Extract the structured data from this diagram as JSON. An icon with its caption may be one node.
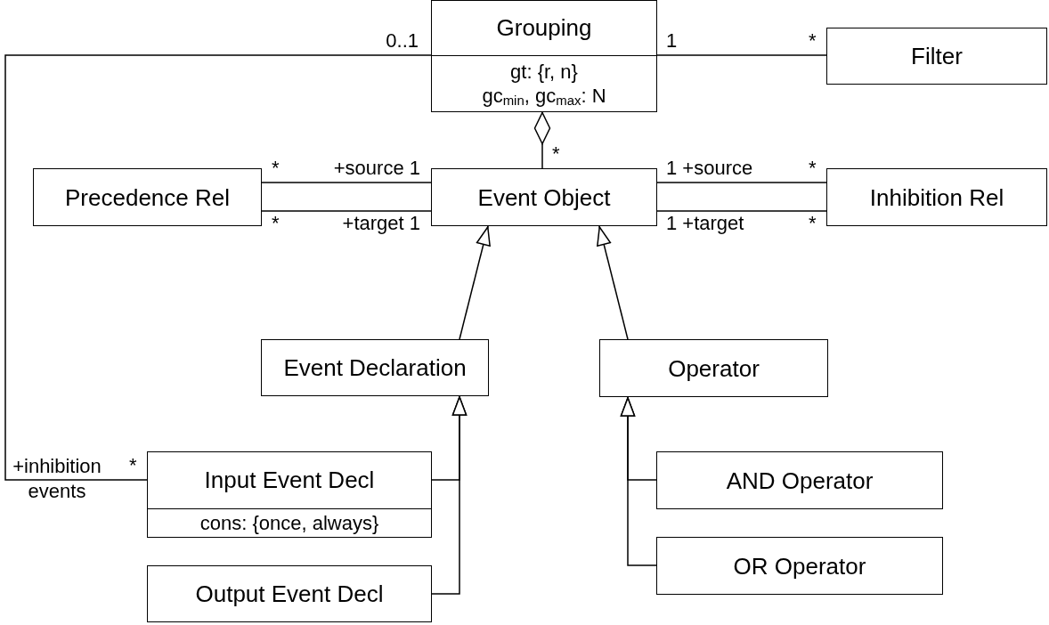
{
  "diagram": {
    "nodes": [
      {
        "text": [
          "Grouping",
          "gt: {r, n}",
          "gc$_{min}$, gc$_{max}$: N"
        ]
      },
      {
        "text": [
          "Filter"
        ]
      },
      {
        "text": [
          "Precedence Rel"
        ]
      },
      {
        "text": [
          "Event Object"
        ]
      },
      {
        "text": [
          "Inhibition Rel"
        ]
      },
      {
        "text": [
          "Event Declaration"
        ]
      },
      {
        "text": [
          "Operator"
        ]
      },
      {
        "text": [
          "Input Event Decl",
          "cons: {once, always}"
        ]
      },
      {
        "text": [
          "AND Operator"
        ]
      },
      {
        "text": [
          "OR Operator"
        ]
      },
      {
        "text": [
          "Output Event Decl"
        ]
      }
    ],
    "edges": [
      {
        "from": 0,
        "to": 1,
        "arrow": "none"
      },
      {
        "from": 3,
        "to": 0,
        "arrow": "other"
      },
      {
        "from": 2,
        "to": 3,
        "arrow": "none"
      },
      {
        "from": 2,
        "to": 3,
        "arrow": "none"
      },
      {
        "from": 3,
        "to": 4,
        "arrow": "none"
      },
      {
        "from": 3,
        "to": 4,
        "arrow": "none"
      },
      {
        "from": 5,
        "to": 3,
        "arrow": "to"
      },
      {
        "from": 6,
        "to": 3,
        "arrow": "to"
      },
      {
        "from": 7,
        "to": 5,
        "arrow": "to"
      },
      {
        "from": 10,
        "to": 5,
        "arrow": "to"
      },
      {
        "from": 8,
        "to": 6,
        "arrow": "to"
      },
      {
        "from": 9,
        "to": 6,
        "arrow": "to"
      },
      {
        "from": 0,
        "to": 7,
        "arrow": "none"
      }
    ],
    "labels": [
      "0..1",
      "1",
      "*",
      "*",
      "*",
      "+source 1",
      "1 +source",
      "*",
      "*",
      "+target 1",
      "1 +target",
      "*",
      "+inhibition events",
      "*"
    ]
  }
}
